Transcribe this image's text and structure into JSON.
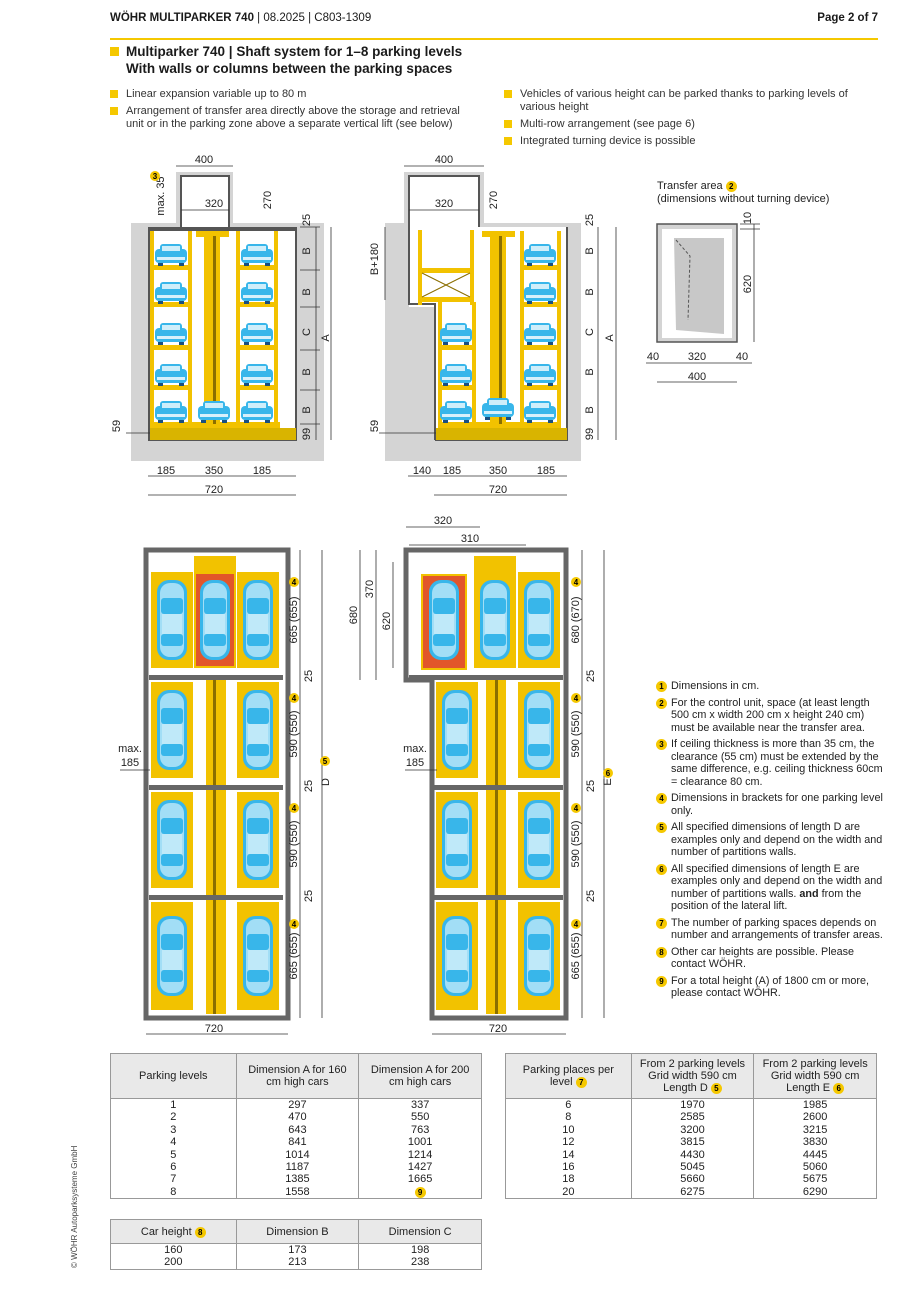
{
  "header": {
    "product": "WÖHR MULTIPARKER 740",
    "meta": " | 08.2025 | C803-1309",
    "page": "Page 2 of 7"
  },
  "title": {
    "line1": "Multiparker 740 | Shaft system for 1–8 parking levels",
    "line2_bold": "With",
    "line2_rest": " walls or columns between the parking spaces"
  },
  "bullets_left": [
    "Linear expansion variable up to 80 m",
    "Arrangement of transfer area directly above the storage and retrieval unit or in the parking zone above a separate vertical lift (see below)"
  ],
  "bullets_right": [
    "Vehicles of various height can be parked thanks to parking levels of various height",
    "Multi-row arrangement (see page 6)",
    "Integrated turning device is possible"
  ],
  "transfer_area": {
    "title": "Transfer area",
    "note_num": "2",
    "subtitle": "(dimensions without turning device)"
  },
  "dims": {
    "d400": "400",
    "d320": "320",
    "d270": "270",
    "d25": "25",
    "B": "B",
    "C": "C",
    "A": "A",
    "d99": "99",
    "d59": "59",
    "d185": "185",
    "d350": "350",
    "d720": "720",
    "d140": "140",
    "max35": "max. 35",
    "n3": "3",
    "b180": "B+180",
    "d10": "10",
    "d620": "620",
    "d40": "40",
    "d310": "310",
    "d370": "370",
    "d680": "680",
    "max": "max.",
    "p665": "665 (655)",
    "p590": "590 (550)",
    "p680": "680 (670)",
    "D": "D",
    "E": "E",
    "n4": "4",
    "n5": "5",
    "n6": "6"
  },
  "notes": [
    {
      "num": "1",
      "text": "Dimensions in cm."
    },
    {
      "num": "2",
      "text": "For the control unit, space (at least length 500 cm x width 200 cm x height 240 cm) must be available near the transfer area."
    },
    {
      "num": "3",
      "text": "If ceiling thickness is more than 35 cm, the clearance (55 cm) must be extended by the same difference, e.g. ceiling thickness 60cm = clearance 80 cm."
    },
    {
      "num": "4",
      "text": "Dimensions in brackets for one parking level only."
    },
    {
      "num": "5",
      "text": "All specified dimensions of length D are examples only and depend on the width and number of partitions walls."
    },
    {
      "num": "6",
      "text": "All specified dimensions of length E are examples only and depend on the width and number of partitions walls.",
      "bold": "and",
      "text2": " from the position of the lateral lift."
    },
    {
      "num": "7",
      "text": "The number of parking spaces depends on number and arrangements of transfer areas."
    },
    {
      "num": "8",
      "text": "Other car heights are possible. Please contact WÖHR."
    },
    {
      "num": "9",
      "text": "For a total height (A) of 1800 cm or more, please contact WÖHR."
    }
  ],
  "table_levels": {
    "headers": [
      "Parking levels",
      "Dimension A for 160 cm high cars",
      "Dimension A for 200 cm high cars"
    ],
    "rows": [
      [
        "1",
        "297",
        "337"
      ],
      [
        "2",
        "470",
        "550"
      ],
      [
        "3",
        "643",
        "763"
      ],
      [
        "4",
        "841",
        "1001"
      ],
      [
        "5",
        "1014",
        "1214"
      ],
      [
        "6",
        "1187",
        "1427"
      ],
      [
        "7",
        "1385",
        "1665"
      ],
      [
        "8",
        "1558",
        "9"
      ]
    ]
  },
  "table_places": {
    "headers": [
      "Parking places per level",
      "From 2 parking levels Grid width 590 cm Length D",
      "From 2 parking levels Grid width 590 cm Length E"
    ],
    "header_nums": [
      "7",
      "5",
      "6"
    ],
    "rows": [
      [
        "6",
        "1970",
        "1985"
      ],
      [
        "8",
        "2585",
        "2600"
      ],
      [
        "10",
        "3200",
        "3215"
      ],
      [
        "12",
        "3815",
        "3830"
      ],
      [
        "14",
        "4430",
        "4445"
      ],
      [
        "16",
        "5045",
        "5060"
      ],
      [
        "18",
        "5660",
        "5675"
      ],
      [
        "20",
        "6275",
        "6290"
      ]
    ]
  },
  "table_heights": {
    "headers": [
      "Car height",
      "Dimension B",
      "Dimension C"
    ],
    "header_num": "8",
    "rows": [
      [
        "160",
        "173",
        "198"
      ],
      [
        "200",
        "213",
        "238"
      ]
    ]
  },
  "copyright": "© WÖHR Autoparksysteme GmbH",
  "colors": {
    "accent": "#f5c800",
    "car": "#38b6ea",
    "platform": "#f2c200",
    "highlight": "#e2562a"
  }
}
